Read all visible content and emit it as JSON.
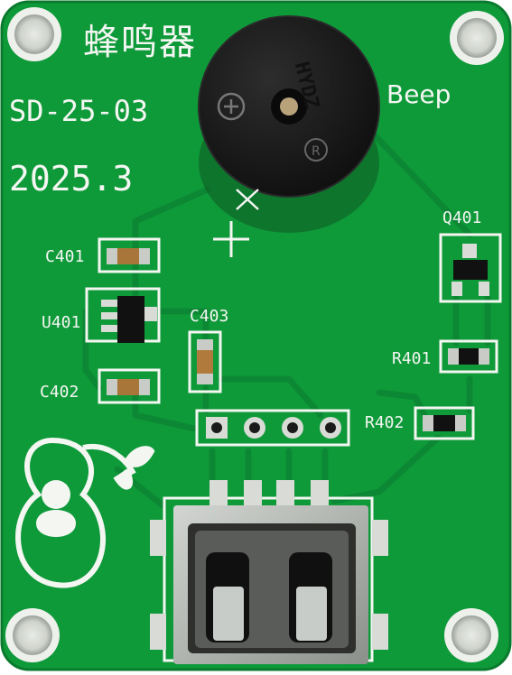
{
  "board": {
    "title_cn": "蜂鸣器",
    "model": "SD-25-03",
    "date": "2025.3",
    "buzzer_label": "Beep",
    "buzzer_marking": "HYDZ"
  },
  "components": [
    {
      "ref": "C401"
    },
    {
      "ref": "U401"
    },
    {
      "ref": "C403"
    },
    {
      "ref": "C402"
    },
    {
      "ref": "Q401"
    },
    {
      "ref": "R401"
    },
    {
      "ref": "R402"
    }
  ],
  "colors": {
    "pcb": "#0f9a3a",
    "pcb_dark": "#0b7f2f",
    "silkscreen": "#f4f6f2",
    "copper": "#c9ccc6",
    "buzzer": "#1a1a1a",
    "usb_metal": "#b9bcb8"
  }
}
